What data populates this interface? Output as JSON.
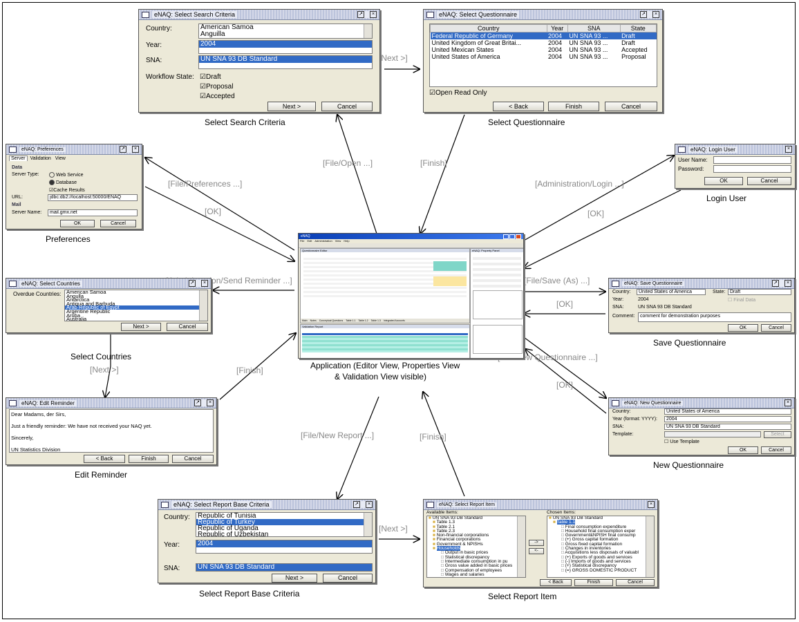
{
  "search_criteria": {
    "title": "eNAQ: Select Search Criteria",
    "country_label": "Country:",
    "countries": [
      "American Samoa",
      "Anguilla"
    ],
    "year_label": "Year:",
    "year_value": "2004",
    "sna_label": "SNA:",
    "sna_value": "UN SNA 93 DB Standard",
    "workflow_label": "Workflow State:",
    "states": [
      "Draft",
      "Proposal",
      "Accepted"
    ],
    "next": "Next >",
    "cancel": "Cancel",
    "caption": "Select Search Criteria"
  },
  "questionnaire": {
    "title": "eNAQ: Select Questionnaire",
    "headers": [
      "Country",
      "Year",
      "SNA",
      "State"
    ],
    "rows": [
      [
        "Federal Republic of Germany",
        "2004",
        "UN SNA 93 ...",
        "Draft"
      ],
      [
        "United Kingdom of Great Britai...",
        "2004",
        "UN SNA 93 ...",
        "Draft"
      ],
      [
        "United Mexican States",
        "2004",
        "UN SNA 93 ...",
        "Accepted"
      ],
      [
        "United States of America",
        "2004",
        "UN SNA 93 ...",
        "Proposal"
      ]
    ],
    "open_read_only": "Open Read Only",
    "back": "< Back",
    "finish": "Finish",
    "cancel": "Cancel",
    "caption": "Select  Questionnaire"
  },
  "preferences": {
    "title": "eNAQ: Preferences",
    "tabs": [
      "Server",
      "Validation",
      "View"
    ],
    "data_heading": "Data",
    "server_type_label": "Server Type:",
    "web_service": "Web Service",
    "database": "Database",
    "cache_results": "Cache Results",
    "url_label": "URL:",
    "url_value": "jdbc:db2://localhost:50000/ENAQ",
    "mail_heading": "Mail",
    "server_name_label": "Server Name:",
    "server_name_value": "mail.gmx.net",
    "ok": "OK",
    "cancel": "Cancel",
    "caption": "Preferences"
  },
  "login": {
    "title": "eNAQ: Login User",
    "user_label": "User Name:",
    "password_label": "Password:",
    "ok": "OK",
    "cancel": "Cancel",
    "caption": "Login User"
  },
  "countries": {
    "title": "eNAQ: Select Countries",
    "overdue_label": "Overdue Countries:",
    "items": [
      "American Samoa",
      "Angulla",
      "Antarctica",
      "Antigua and Barbuda",
      "Arab Republic of Egypt",
      "Argentine Republic",
      "Aruba",
      "Australia"
    ],
    "selected": "Arab Republic of Egypt",
    "next": "Next >",
    "cancel": "Cancel",
    "caption": "Select  Countries"
  },
  "save": {
    "title": "eNAQ: Save Questionnaire",
    "country_label": "Country:",
    "country_value": "United States of America",
    "state_label": "State:",
    "state_value": "Draft",
    "year_label": "Year:",
    "year_value": "2004",
    "final_data": "Final Data",
    "sna_label": "SNA:",
    "sna_value": "UN SNA 93 DB Standard",
    "comment_label": "Comment:",
    "comment_value": "comment for demonstration purposes",
    "ok": "OK",
    "cancel": "Cancel",
    "caption": "Save Questionnaire"
  },
  "reminder": {
    "title": "eNAQ: Edit Reminder",
    "lines": [
      "Dear Madams, der Sirs,",
      "Just a friendly reminder: We have not received your NAQ yet.",
      "Sincerely,",
      "UN Statistics Division"
    ],
    "back": "< Back",
    "finish": "Finish",
    "cancel": "Cancel",
    "caption": "Edit Reminder"
  },
  "new_q": {
    "title": "eNAQ: New Questionnaire",
    "country_label": "Country:",
    "country_value": "United States of America",
    "year_label": "Year (format: YYYY):",
    "year_value": "2004",
    "sna_label": "SNA:",
    "sna_value": "UN SNA 93 DB Standard",
    "template_label": "Template:",
    "select": "Select",
    "use_template": "Use Template",
    "ok": "OK",
    "cancel": "Cancel",
    "caption": "New Questionnaire"
  },
  "report_criteria": {
    "title": "eNAQ: Select Report Base Criteria",
    "country_label": "Country:",
    "countries": [
      "Republic of Tunisia",
      "Republic of Turkey",
      "Republic of Uganda",
      "Republic of Uzbekistan"
    ],
    "selected": "Republic of Turkey",
    "year_label": "Year:",
    "year_value": "2004",
    "sna_label": "SNA:",
    "sna_value": "UN SNA 93 DB Standard",
    "next": "Next >",
    "cancel": "Cancel",
    "caption": "Select Report Base Criteria"
  },
  "report_item": {
    "title": "eNAQ: Select Report Item",
    "available_label": "Available Items:",
    "available": [
      "UN SNA 93 DB Standard",
      "Table 1.3",
      "Table 2.1",
      "Table 2.3",
      "Non-financial corporations",
      "Financial corporations",
      "Government & NPISHs",
      "Households",
      "Output in basic prices",
      "Statistical discrepancy",
      "Intermediate consumption in pu",
      "Gross value added in basic prices",
      "Compensation of employees",
      "Wages and salaries"
    ],
    "chosen_label": "Chosen Items:",
    "chosen": [
      "UN SNA 93 DB Standard",
      "Table 1.1",
      "Final consumption expenditure",
      "Household final consumption exper",
      "Government&NPISH final consump",
      "(+) Gross capital formation",
      "Gross fixed capital formation",
      "Changes in inventories",
      "Acquisitions less disposals of valuabl",
      "(+) Exports of goods and services",
      "(-) Imports of goods and services",
      "(+) Statistical discrepancy",
      "(=) GROSS DOMESTIC PRODUCT"
    ],
    "add": "->",
    "remove": "<-",
    "back": "< Back",
    "finish": "Finish",
    "cancel": "Cancel",
    "caption": "Select Report Item"
  },
  "app": {
    "title": "eNAQ",
    "menu": [
      "File",
      "Edit",
      "Administration",
      "View",
      "Help"
    ],
    "editor_title": "Questionnaire Editor",
    "properties_title": "eNAQ: Property Panel",
    "validation_title": "Validation Report",
    "tabs": [
      "Main",
      "Notes",
      "Conceptual Questions",
      "Table 1.1",
      "Table 1.2",
      "Table 1.3",
      "Integrated Accounts"
    ],
    "caption_line1": "Application (Editor View, Properties View",
    "caption_line2": "& Validation View visible)"
  },
  "labels": {
    "next1": "[Next >]",
    "file_open": "[File/Open ...]",
    "finish1": "[Finish]",
    "file_prefs": "[File/Preferences ...]",
    "ok_prefs": "[OK]",
    "admin_login": "[Administration/Login ...]",
    "ok_login": "[OK]",
    "admin_reminder": "[Administration/Send Reminder ...]",
    "file_save": "[File/Save (As) ...]",
    "ok_save": "[OK]",
    "next2": "[Next >]",
    "finish2": "[Finish]",
    "file_new_q": "[File/New Questionnaire ...]",
    "ok_new": "[OK]",
    "file_new_report": "[File/New Report ...]",
    "finish3": "[Finish]",
    "next3": "[Next >]"
  }
}
